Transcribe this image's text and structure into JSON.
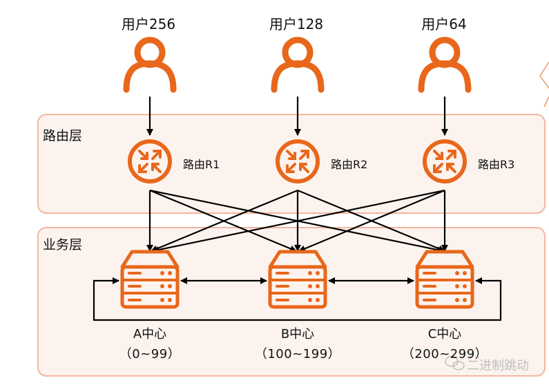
{
  "colors": {
    "accent": "#E8671B",
    "layer_fill": "#FDF3EE",
    "layer_border": "#F2B6A0",
    "line": "#000000"
  },
  "users": [
    {
      "label": "用户256",
      "icon": "user-icon"
    },
    {
      "label": "用户128",
      "icon": "user-icon"
    },
    {
      "label": "用户64",
      "icon": "user-icon"
    }
  ],
  "layers": {
    "routing": {
      "label": "路由层"
    },
    "business": {
      "label": "业务层"
    }
  },
  "routers": [
    {
      "label": "路由R1",
      "icon": "router-icon"
    },
    {
      "label": "路由R2",
      "icon": "router-icon"
    },
    {
      "label": "路由R3",
      "icon": "router-icon"
    }
  ],
  "centers": [
    {
      "name": "A中心",
      "range": "（0~99）",
      "icon": "server-icon"
    },
    {
      "name": "B中心",
      "range": "（100~199）",
      "icon": "server-icon"
    },
    {
      "name": "C中心",
      "range": "（200~299）",
      "icon": "server-icon"
    }
  ],
  "watermark": {
    "text": "二进制跳动",
    "icon": "wechat-icon"
  }
}
